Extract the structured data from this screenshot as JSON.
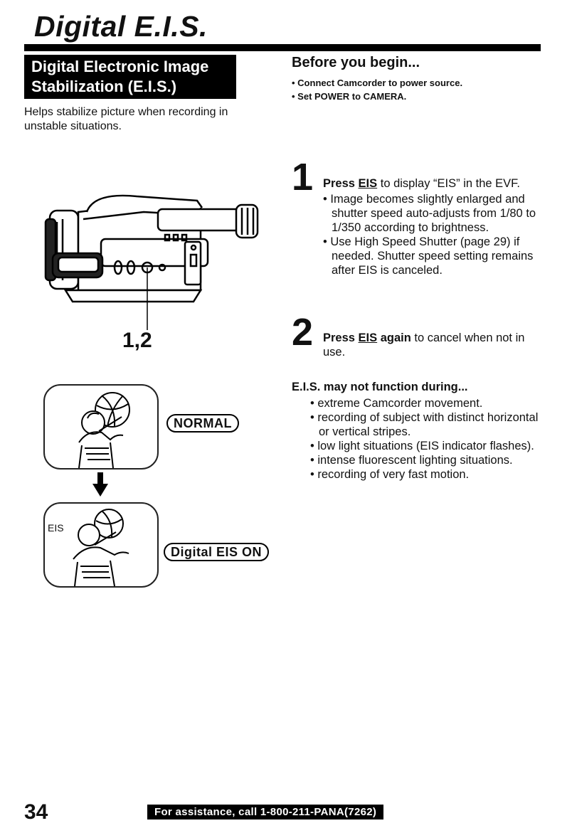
{
  "page": {
    "title": "Digital E.I.S.",
    "section_heading_line1": "Digital Electronic Image",
    "section_heading_line2": "Stabilization (E.I.S.)",
    "intro": "Helps stabilize picture when recording in unstable situations.",
    "page_number": "34",
    "footer": "For assistance, call 1-800-211-PANA(7262)"
  },
  "before": {
    "title": "Before you begin...",
    "items": [
      "Connect Camcorder to power source.",
      "Set POWER to CAMERA."
    ]
  },
  "steps": [
    {
      "number": "1",
      "lead_bold": "Press ",
      "key": "EIS",
      "rest": " to display “EIS” in the EVF.",
      "bullets": [
        "Image becomes slightly enlarged and shutter speed auto-adjusts from 1/80 to 1/350 according to brightness.",
        "Use High Speed Shutter (page 29) if needed. Shutter speed setting remains after EIS is  canceled."
      ]
    },
    {
      "number": "2",
      "lead_bold": "Press ",
      "key": "EIS",
      "lead_bold2": " again",
      "rest": " to cancel when not in use."
    }
  ],
  "eis_limits": {
    "title": "E.I.S. may not function during...",
    "items": [
      "extreme Camcorder movement.",
      "recording of subject with distinct horizontal or vertical stripes.",
      "low light situations (EIS indicator flashes).",
      "intense fluorescent lighting situations.",
      "recording of very fast motion."
    ]
  },
  "illustration": {
    "callout": "1,2",
    "normal_label": "NORMAL",
    "eis_on_label": "Digital EIS ON",
    "eis_indicator": "EIS",
    "icons": [
      "camcorder-icon",
      "basketball-player-icon",
      "down-arrow-icon"
    ]
  }
}
